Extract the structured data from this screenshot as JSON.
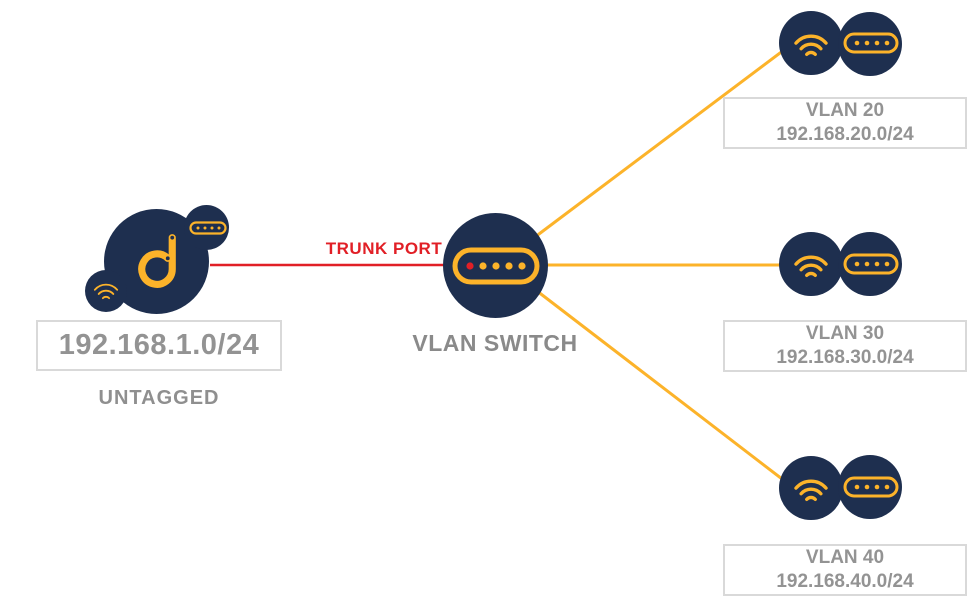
{
  "colors": {
    "navy": "#1e2f4f",
    "yellow": "#fcb32a",
    "red": "#e11f26",
    "text": "#939393",
    "border": "#d9d9d9",
    "bg": "#ffffff"
  },
  "left_node": {
    "subnet": "192.168.1.0/24",
    "tag_label": "UNTAGGED",
    "icons": [
      "domotz-logo-icon",
      "ethernet-switch-icon",
      "wifi-icon"
    ]
  },
  "trunk_link": {
    "label": "TRUNK PORT"
  },
  "switch_node": {
    "label": "VLAN SWITCH",
    "icon": "ethernet-switch-icon",
    "ports": {
      "total_dots": 5,
      "trunk_dot_color": "#e11f26"
    }
  },
  "vlans": [
    {
      "title": "VLAN 20",
      "subnet": "192.168.20.0/24",
      "icons": [
        "wifi-icon",
        "ethernet-switch-icon"
      ]
    },
    {
      "title": "VLAN 30",
      "subnet": "192.168.30.0/24",
      "icons": [
        "wifi-icon",
        "ethernet-switch-icon"
      ]
    },
    {
      "title": "VLAN 40",
      "subnet": "192.168.40.0/24",
      "icons": [
        "wifi-icon",
        "ethernet-switch-icon"
      ]
    }
  ]
}
